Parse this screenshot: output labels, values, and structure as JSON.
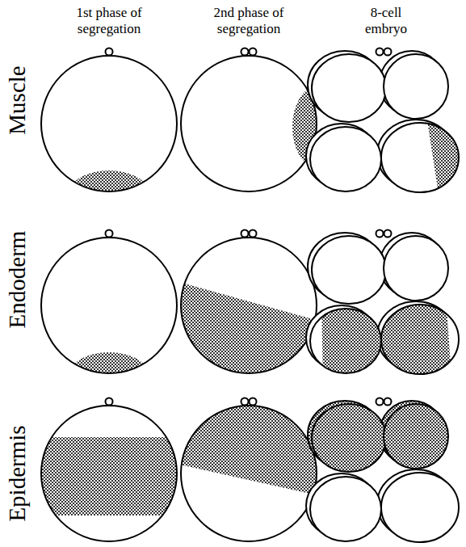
{
  "diagram": {
    "labels": [
      "1st phase of segregation",
      "2nd phase of segregation",
      "8-cell embryo",
      "Muscle",
      "Endoderm",
      "Epidermis"
    ]
  }
}
